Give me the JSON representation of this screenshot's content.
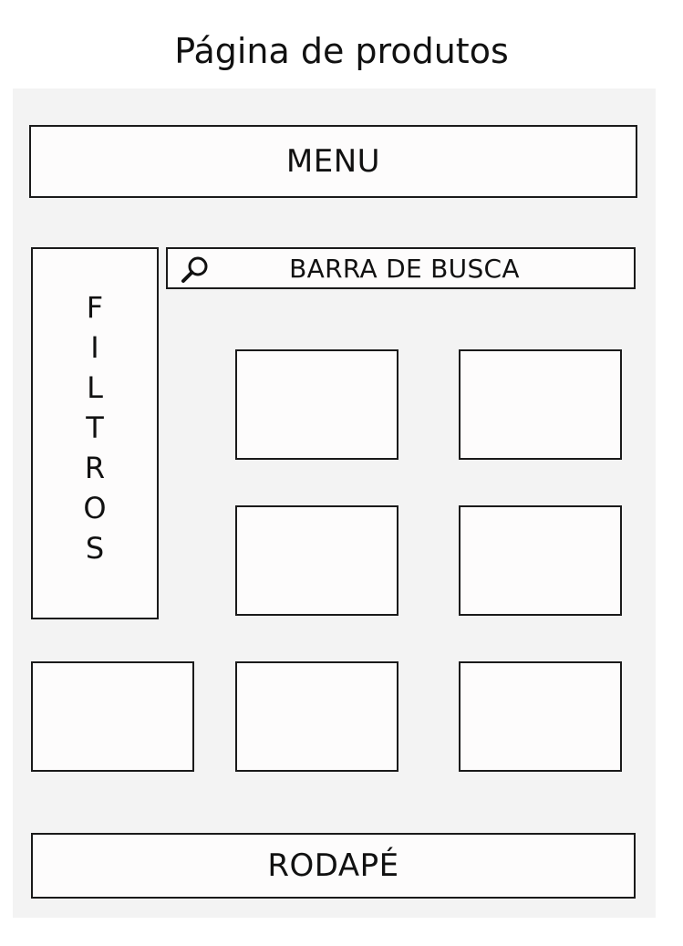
{
  "page": {
    "title": "Página de produtos"
  },
  "menu": {
    "label": "MENU"
  },
  "filters": {
    "letters": [
      "F",
      "I",
      "L",
      "T",
      "R",
      "O",
      "S"
    ]
  },
  "search": {
    "label": "BARRA DE BUSCA",
    "icon": "magnifier-icon"
  },
  "products": {
    "count": 7
  },
  "footer": {
    "label": "RODAPÉ"
  }
}
